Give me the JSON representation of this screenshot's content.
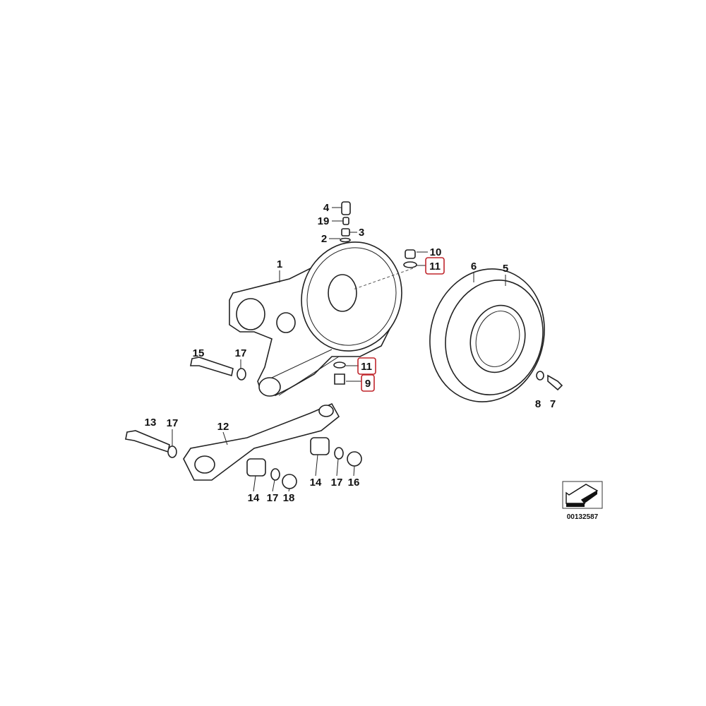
{
  "diagram": {
    "highlight_color": "#c0262c",
    "diagram_code": "00132587",
    "callouts": [
      {
        "id": "4",
        "label": "4"
      },
      {
        "id": "19",
        "label": "19"
      },
      {
        "id": "2",
        "label": "2"
      },
      {
        "id": "3",
        "label": "3"
      },
      {
        "id": "1",
        "label": "1"
      },
      {
        "id": "10",
        "label": "10"
      },
      {
        "id": "11a",
        "label": "11",
        "highlighted": true
      },
      {
        "id": "6",
        "label": "6"
      },
      {
        "id": "5",
        "label": "5"
      },
      {
        "id": "15",
        "label": "15"
      },
      {
        "id": "17a",
        "label": "17"
      },
      {
        "id": "11b",
        "label": "11",
        "highlighted": true
      },
      {
        "id": "9",
        "label": "9",
        "highlighted": true
      },
      {
        "id": "8",
        "label": "8"
      },
      {
        "id": "7",
        "label": "7"
      },
      {
        "id": "13",
        "label": "13"
      },
      {
        "id": "17b",
        "label": "17"
      },
      {
        "id": "12",
        "label": "12"
      },
      {
        "id": "14a",
        "label": "14"
      },
      {
        "id": "17c",
        "label": "17"
      },
      {
        "id": "16",
        "label": "16"
      },
      {
        "id": "14b",
        "label": "14"
      },
      {
        "id": "17d",
        "label": "17"
      },
      {
        "id": "18",
        "label": "18"
      }
    ]
  }
}
